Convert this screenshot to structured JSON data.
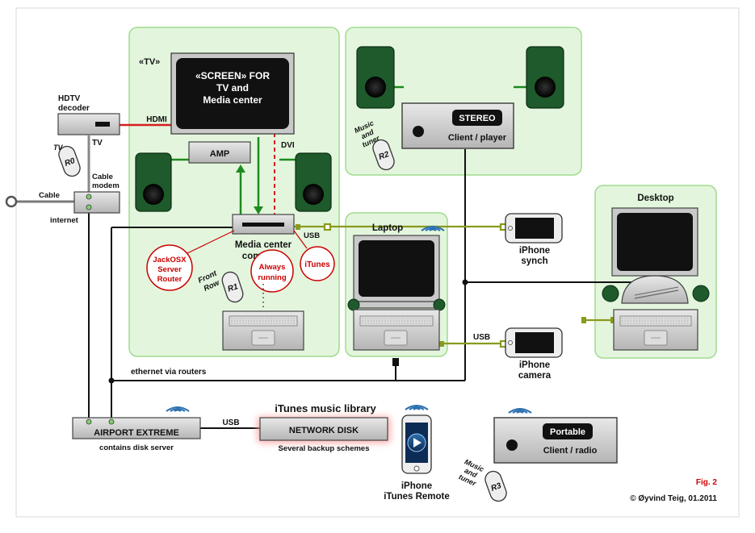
{
  "colors": {
    "zone_fill": "#e3f6dd",
    "zone_stroke": "#9fdc8e",
    "device_fill": "#c9c9c9",
    "speaker_fill": "#1e5a2b",
    "screen_fill": "#111111",
    "cable_red": "#d61e1e",
    "cable_green": "#1e8a1e",
    "usb_olive": "#7a8a1e",
    "eth_black": "#111111"
  },
  "tv": {
    "label": "«TV»",
    "screen_line1": "«SCREEN» FOR",
    "screen_line2": "TV and",
    "screen_line3": "Media center",
    "amp": "AMP",
    "hdmi": "HDMI",
    "dvi": "DVI"
  },
  "hdtv": {
    "line1": "HDTV",
    "line2": "decoder",
    "tv": "TV",
    "remote": "R0",
    "remote_label": "TV"
  },
  "modem": {
    "line1": "Cable",
    "line2": "modem",
    "cable": "Cable",
    "internet": "internet"
  },
  "media": {
    "line1": "Media center",
    "line2": "computer",
    "usb": "USB",
    "bubble1_line1": "JackOSX",
    "bubble1_line2": "Server",
    "bubble1_line3": "Router",
    "bubble2_line1": "Always",
    "bubble2_line2": "running",
    "bubble3": "iTunes",
    "remote": "R1",
    "remote_line1": "Front",
    "remote_line2": "Row"
  },
  "stereo": {
    "title": "STEREO",
    "subtitle": "Client / player",
    "remote": "R2",
    "remote_line1": "Music",
    "remote_line2": "and",
    "remote_line3": "tuner"
  },
  "laptop": {
    "label": "Laptop"
  },
  "iphone_synch": {
    "line1": "iPhone",
    "line2": "synch"
  },
  "iphone_camera": {
    "line1": "iPhone",
    "line2": "camera",
    "usb": "USB"
  },
  "desktop": {
    "label": "Desktop"
  },
  "ethernet": {
    "label": "ethernet via routers"
  },
  "airport": {
    "title": "AIRPORT EXTREME",
    "subtitle": "contains disk server",
    "usb": "USB"
  },
  "library": {
    "title": "iTunes music library",
    "disk": "NETWORK DISK",
    "subtitle": "Several backup schemes"
  },
  "remote_phone": {
    "line1": "iPhone",
    "line2": "iTunes Remote"
  },
  "portable": {
    "title": "Portable",
    "subtitle": "Client / radio",
    "remote": "R3",
    "remote_line1": "Music",
    "remote_line2": "and",
    "remote_line3": "tuner"
  },
  "figure": {
    "label": "Fig. 2",
    "credit": "© Øyvind Teig, 01.2011"
  }
}
